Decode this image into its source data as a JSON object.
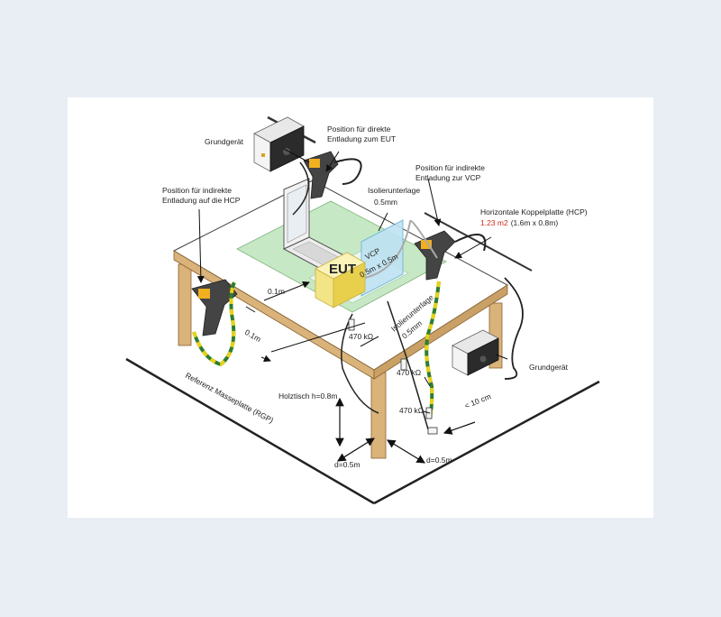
{
  "labels": {
    "grundgeraet_top": "Grundgerät",
    "grundgeraet_bottom": "Grundgerät",
    "pos_direct_1": "Position für direkte",
    "pos_direct_2": "Entladung zum EUT",
    "pos_ind_vcp_1": "Position für indirekte",
    "pos_ind_vcp_2": "Entladung zur VCP",
    "pos_ind_hcp_1": "Position für indirekte",
    "pos_ind_hcp_2": "Entladung auf die HCP",
    "isolier_top_1": "Isolierunterlage",
    "isolier_top_2": "0.5mm",
    "hcp_1": "Horizontale Koppelplatte (HCP)",
    "hcp_area": "1.23 m2",
    "hcp_dims": "(1.6m x 0.8m)",
    "eut": "EUT",
    "vcp_1": "VCP",
    "vcp_2": "0.5m x 0.5m",
    "isolier_side_1": "Isolierunterlage",
    "isolier_side_2": "0.5mm",
    "dist_01_a": "0.1m",
    "dist_01_b": "0.1m",
    "res_1": "470 kΩ",
    "res_2": "470 kΩ",
    "res_3": "470 kΩ",
    "holztisch": "Holztisch h=0.8m",
    "lt10": "< 10 cm",
    "d1": "d=0.5m",
    "d2": "d=0.5m",
    "rgp": "Referenz Masseplatte (RGP)"
  },
  "colors": {
    "wood": "#d9b37a",
    "wood_dark": "#b98a4a",
    "hcp_plate": "#c7e8c5",
    "eut_yellow": "#f3e486",
    "vcp_blue": "#bfe3f3",
    "cable_green": "#2e7d32",
    "cable_yellow": "#e8d21a",
    "highlight_red": "#d0281e"
  },
  "icons": [
    "esd-gun-icon",
    "generator-icon",
    "laptop-icon",
    "resistor-icon"
  ]
}
